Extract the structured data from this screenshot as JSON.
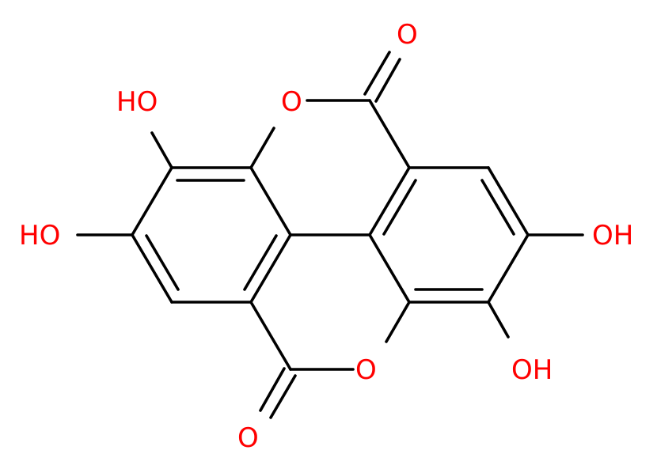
{
  "structure": {
    "colors": {
      "bond": "#000000",
      "heteroatom": "#ff0000",
      "background": "#ffffff"
    },
    "labels": {
      "oh_top_left": "HO",
      "oh_mid_left": "HO",
      "oh_mid_right": "OH",
      "oh_bottom_right": "OH",
      "ring_o_top": "O",
      "ring_o_bottom": "O",
      "carbonyl_o_top": "O",
      "carbonyl_o_bottom": "O"
    }
  }
}
